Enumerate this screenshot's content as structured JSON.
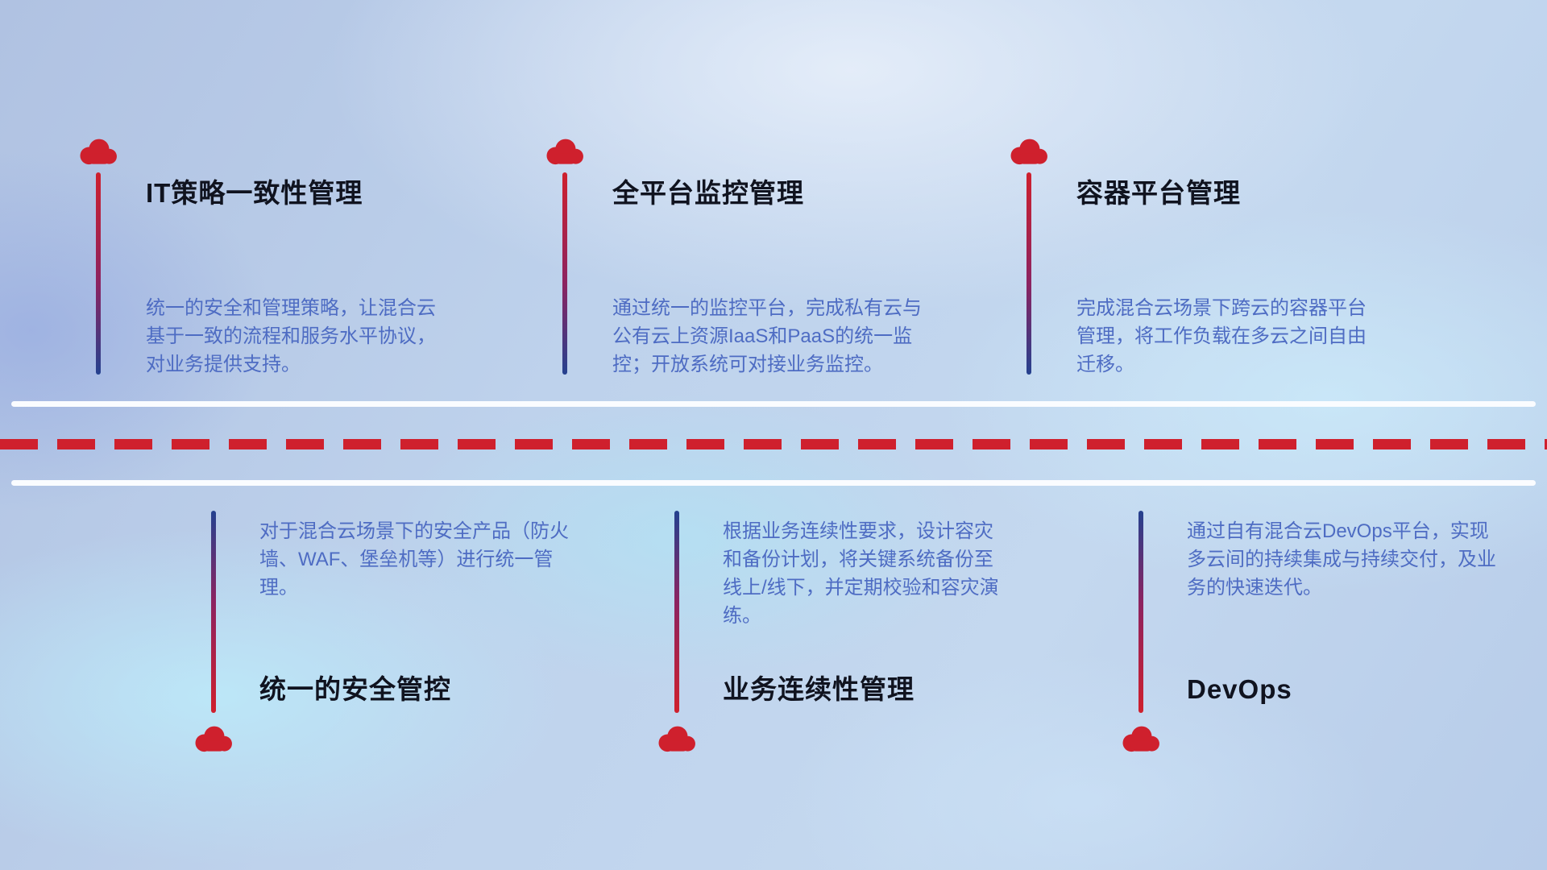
{
  "colors": {
    "accent_red": "#cf202d",
    "accent_navy": "#24418f",
    "description_text": "#4e6cc3",
    "title_text": "#10131f",
    "road_white": "#fafcff"
  },
  "icons": {
    "cloud": "cloud-icon"
  },
  "top_items": [
    {
      "title": "IT策略一致性管理",
      "description": "统一的安全和管理策略，让混合云基于一致的流程和服务水平协议，对业务提供支持。"
    },
    {
      "title": "全平台监控管理",
      "description": "通过统一的监控平台，完成私有云与公有云上资源IaaS和PaaS的统一监控；开放系统可对接业务监控。"
    },
    {
      "title": "容器平台管理",
      "description": "完成混合云场景下跨云的容器平台管理，将工作负载在多云之间自由迁移。"
    }
  ],
  "bottom_items": [
    {
      "title": "统一的安全管控",
      "description": "对于混合云场景下的安全产品（防火墙、WAF、堡垒机等）进行统一管理。"
    },
    {
      "title": "业务连续性管理",
      "description": "根据业务连续性要求，设计容灾和备份计划，将关键系统备份至线上/线下，并定期校验和容灾演练。"
    },
    {
      "title": "DevOps",
      "description": "通过自有混合云DevOps平台，实现多云间的持续集成与持续交付，及业务的快速迭代。"
    }
  ]
}
